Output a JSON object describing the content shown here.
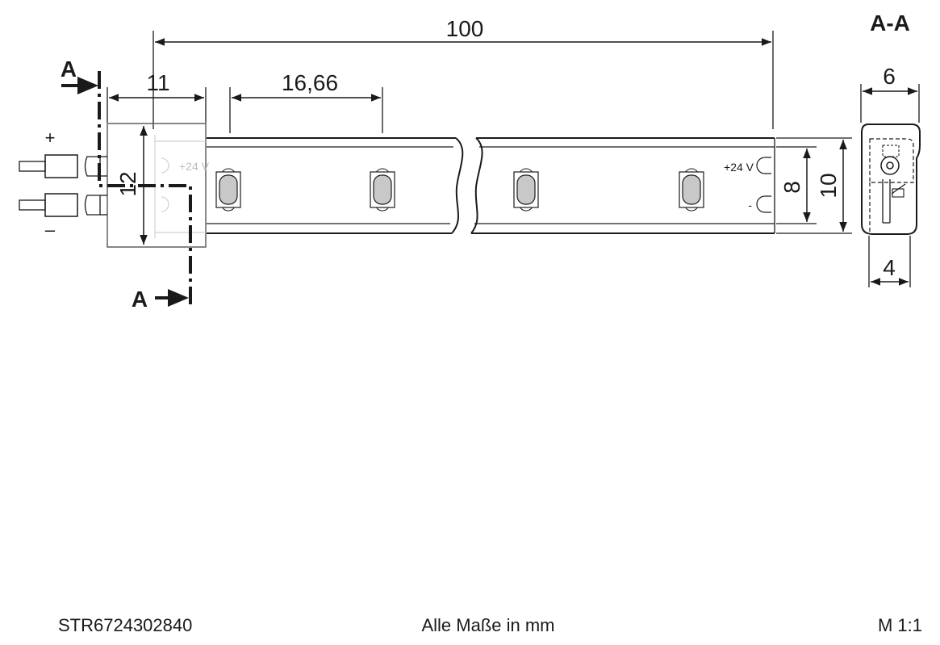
{
  "section_title": "A-A",
  "section_marker": "A",
  "dimensions": {
    "total_length": "100",
    "connector_length": "11",
    "led_pitch": "16,66",
    "height_connector": "12",
    "inner_height": "8",
    "outer_height": "10",
    "section_width": "6",
    "section_base": "4"
  },
  "labels": {
    "voltage_connector": "+24 V",
    "voltage_end": "+24 V",
    "minus_end": "-",
    "plus_wire": "+",
    "minus_wire": "–"
  },
  "footer": {
    "article_number": "STR6724302840",
    "units_note": "Alle Maße in mm",
    "scale": "M 1:1"
  }
}
